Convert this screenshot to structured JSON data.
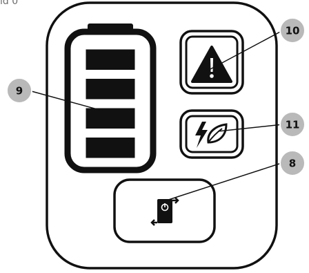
{
  "header_text": "ıd 0",
  "callouts": [
    {
      "id": "battery",
      "label": "9"
    },
    {
      "id": "warning",
      "label": "10"
    },
    {
      "id": "assist",
      "label": "11"
    },
    {
      "id": "power",
      "label": "8"
    }
  ],
  "battery_level": {
    "segments_lit": 4,
    "segments_total": 4
  },
  "icons": {
    "warning": "warning-triangle-icon",
    "assist": "lightning-leaf-icon",
    "power": "power-cycle-icon"
  },
  "colors": {
    "outline": "#111111",
    "callout_fill": "#b9b9b9",
    "icon_fill": "#111111",
    "background": "#ffffff"
  }
}
